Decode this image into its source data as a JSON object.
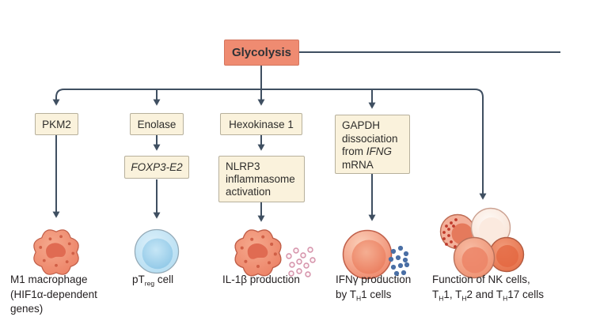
{
  "diagram": {
    "root": {
      "label": "Glycolysis"
    },
    "enzyme_boxes": {
      "pkm2": {
        "label": "PKM2"
      },
      "enolase": {
        "label": "Enolase"
      },
      "hexokinase1": {
        "label": "Hexokinase 1"
      },
      "gapdh": {
        "line1": "GAPDH",
        "line2": "dissociation",
        "line3_pre": "from ",
        "line3_italic": "IFNG",
        "line4": "mRNA"
      }
    },
    "intermediate_boxes": {
      "foxp3e2": {
        "label": "FOXP3-E2"
      },
      "nlrp3": {
        "line1": "NLRP3",
        "line2": "inflammasome",
        "line3": "activation"
      }
    },
    "outcomes": {
      "m1_macrophage": {
        "line1": "M1 macrophage",
        "line2": "(HIF1α-dependent",
        "line3": "genes)"
      },
      "ptreg": {
        "pre": "pT",
        "sub": "reg",
        "post": " cell"
      },
      "il1b": {
        "label": "IL-1β production"
      },
      "ifng": {
        "line1": "IFNγ production",
        "line2_a": "by T",
        "line2_sub_a": "H",
        "line2_b": "1 cells"
      },
      "nk": {
        "line1": "Function of NK cells,",
        "line2_a": "T",
        "line2_sub_a": "H",
        "line2_b": "1, T",
        "line2_sub_b": "H",
        "line2_c": "2 and T",
        "line2_sub_c": "H",
        "line2_d": "17 cells"
      }
    },
    "icons": {
      "m1_macrophage_icon": "salmon macrophage blob with nucleus and granules",
      "ptreg_cell_icon": "round light-blue cell",
      "il1b_macrophage_icon": "salmon macrophage blob secreting pink rings",
      "ifng_cell_icon": "round salmon cell secreting blue dots",
      "nk_cluster_icon": "cluster of four lymphocyte cells (one granular NK cell, one pale, two salmon)"
    },
    "colors": {
      "root_box_fill": "#EF8B71",
      "root_box_border": "#D4755E",
      "process_box_fill": "#FAF2DC",
      "process_box_border": "#B7B09C",
      "connector": "#3F4F61",
      "macrophage_fill": "#EE8A6F",
      "treg_fill": "#BFE0F2",
      "ifng_secretion_dot": "#4A6FA5",
      "il1b_secretion_ring": "#D490A8",
      "text": "#231F20"
    }
  }
}
